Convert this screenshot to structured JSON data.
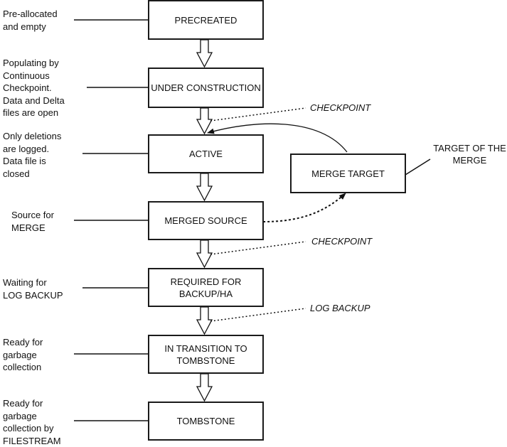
{
  "states": [
    {
      "id": "precreated",
      "label": "PRECREATED"
    },
    {
      "id": "under-construction",
      "label": "UNDER CONSTRUCTION"
    },
    {
      "id": "active",
      "label": "ACTIVE"
    },
    {
      "id": "merged-source",
      "label": "MERGED SOURCE"
    },
    {
      "id": "required-for-backup-ha",
      "label": "REQUIRED FOR\nBACKUP/HA"
    },
    {
      "id": "in-transition-to-tombstone",
      "label": "IN TRANSITION TO\nTOMBSTONE"
    },
    {
      "id": "tombstone",
      "label": "TOMBSTONE"
    }
  ],
  "merge_target": {
    "label": "MERGE TARGET",
    "annotation": "TARGET OF THE\nMERGE"
  },
  "side_labels": [
    "Pre-allocated\nand empty",
    "Populating by\nContinuous\nCheckpoint.\nData and Delta\nfiles are open",
    "Only deletions\nare logged.\nData file is\nclosed",
    "Source for\nMERGE",
    "Waiting for\nLOG BACKUP",
    "Ready for\ngarbage\ncollection",
    "Ready for\ngarbage\ncollection by\nFILESTREAM"
  ],
  "notes": {
    "checkpoint_1": "CHECKPOINT",
    "checkpoint_2": "CHECKPOINT",
    "log_backup": "LOG BACKUP"
  }
}
